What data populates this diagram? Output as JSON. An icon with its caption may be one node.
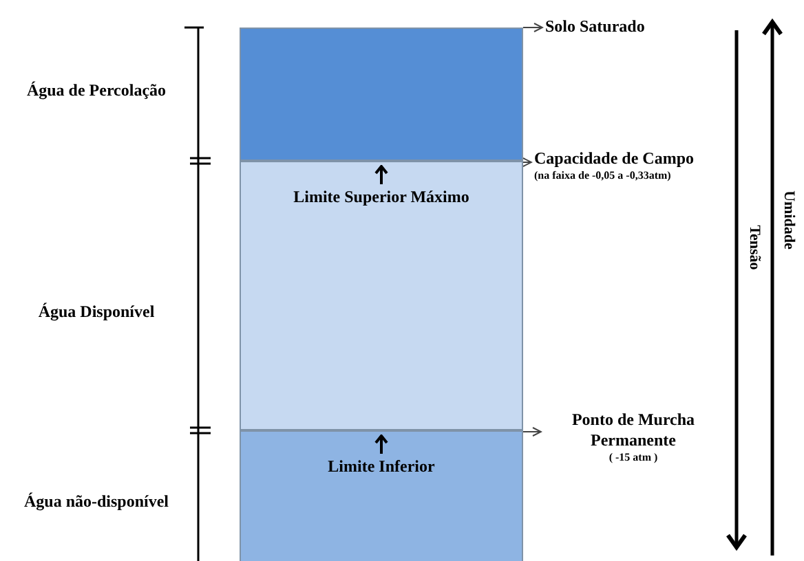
{
  "diagram": {
    "nodes": [
      {
        "text": [],
        "shape": "box"
      },
      {
        "text": [
          "Limite Superior Máximo"
        ]
      },
      {
        "text": [
          "Limite Inferior"
        ]
      },
      {
        "text": [
          "Solo Saturado"
        ]
      },
      {
        "text": [
          "Capacidade de Campo",
          "(na faixa de -0,05 a -0,33atm)"
        ]
      },
      {
        "text": [
          "Ponto de Murcha Permanente",
          "( -15 atm )"
        ]
      }
    ],
    "edges": [
      {
        "from": 0,
        "to": 3,
        "arrow": "to"
      },
      {
        "from": 1,
        "to": 4,
        "arrow": "to"
      },
      {
        "from": 2,
        "to": 5,
        "arrow": "to"
      }
    ],
    "labels": [
      "Água de Percolação",
      "Água Disponível",
      "Água não-disponível",
      "Tensão",
      "Umidade"
    ]
  }
}
